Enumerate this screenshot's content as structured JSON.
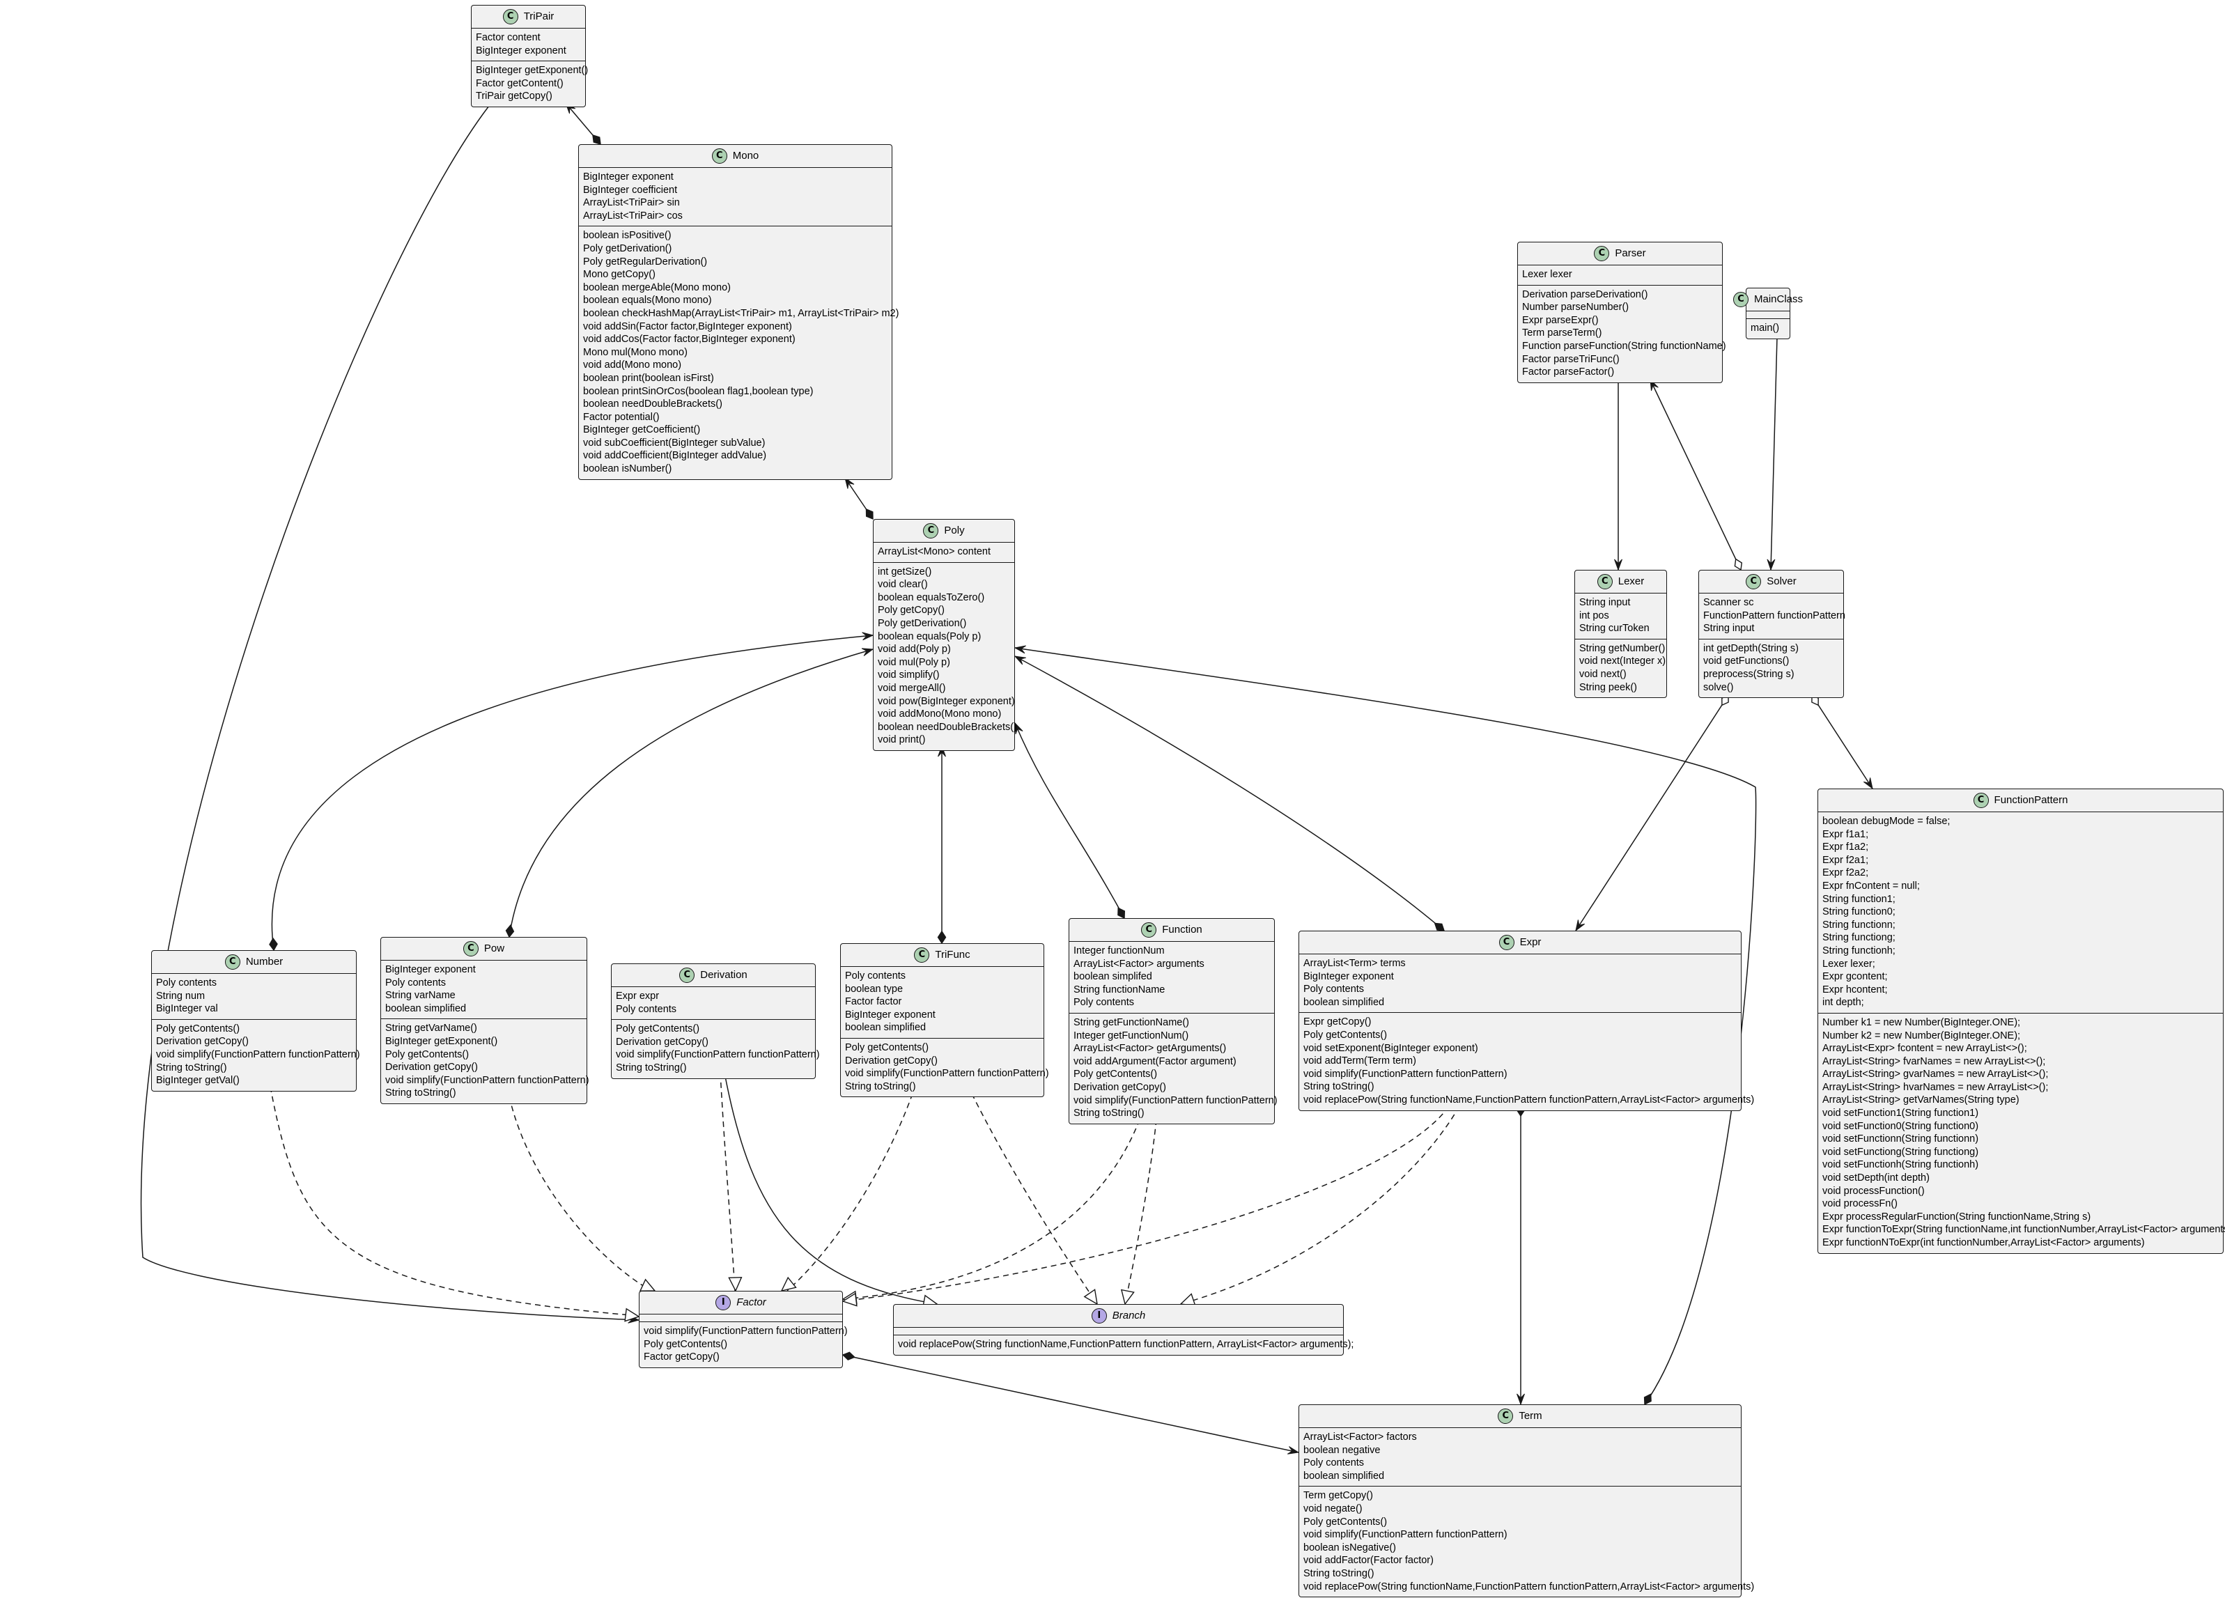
{
  "diagram": {
    "type": "uml-class-diagram",
    "colors": {
      "class_fill": "#f1f1f1",
      "border": "#181818",
      "class_badge": "#add1b2",
      "interface_badge": "#b4a7e5"
    },
    "classes": {
      "tripair": {
        "name": "TriPair",
        "kind": "class",
        "fields": [
          "Factor content",
          "BigInteger exponent"
        ],
        "methods": [
          "BigInteger getExponent()",
          "Factor getContent()",
          "TriPair getCopy()"
        ]
      },
      "mono": {
        "name": "Mono",
        "kind": "class",
        "fields": [
          "BigInteger exponent",
          "BigInteger coefficient",
          "ArrayList<TriPair> sin",
          "ArrayList<TriPair> cos"
        ],
        "methods": [
          "boolean isPositive()",
          "Poly getDerivation()",
          "Poly getRegularDerivation()",
          "Mono getCopy()",
          "boolean mergeAble(Mono mono)",
          "boolean equals(Mono mono)",
          "boolean checkHashMap(ArrayList<TriPair> m1, ArrayList<TriPair> m2)",
          "void addSin(Factor factor,BigInteger exponent)",
          "void addCos(Factor factor,BigInteger exponent)",
          "Mono mul(Mono mono)",
          "void add(Mono mono)",
          "boolean print(boolean isFirst)",
          "boolean printSinOrCos(boolean flag1,boolean type)",
          "boolean needDoubleBrackets()",
          "Factor potential()",
          "BigInteger getCoefficient()",
          "void subCoefficient(BigInteger subValue)",
          "void addCoefficient(BigInteger addValue)",
          "boolean isNumber()"
        ]
      },
      "parser": {
        "name": "Parser",
        "kind": "class",
        "fields": [
          "Lexer lexer"
        ],
        "methods": [
          "Derivation parseDerivation()",
          "Number parseNumber()",
          "Expr parseExpr()",
          "Term parseTerm()",
          "Function parseFunction(String functionName)",
          "Factor parseTriFunc()",
          "Factor parseFactor()"
        ]
      },
      "mainclass": {
        "name": "MainClass",
        "kind": "class",
        "fields": [],
        "methods": [
          "main()"
        ]
      },
      "poly": {
        "name": "Poly",
        "kind": "class",
        "fields": [
          "ArrayList<Mono> content"
        ],
        "methods": [
          "int getSize()",
          "void clear()",
          "boolean equalsToZero()",
          "Poly getCopy()",
          "Poly getDerivation()",
          "boolean equals(Poly p)",
          "void add(Poly p)",
          "void mul(Poly p)",
          "void simplify()",
          "void mergeAll()",
          "void pow(BigInteger exponent)",
          "void addMono(Mono mono)",
          "boolean needDoubleBrackets()",
          "void print()"
        ]
      },
      "lexer": {
        "name": "Lexer",
        "kind": "class",
        "fields": [
          "String input",
          "int pos",
          "String curToken"
        ],
        "methods": [
          "String getNumber()",
          "void next(Integer x)",
          "void next()",
          "String peek()"
        ]
      },
      "solver": {
        "name": "Solver",
        "kind": "class",
        "fields": [
          "Scanner sc",
          "FunctionPattern functionPattern",
          "String input"
        ],
        "methods": [
          "int getDepth(String s)",
          "void getFunctions()",
          "preprocess(String s)",
          "solve()"
        ]
      },
      "functionpattern": {
        "name": "FunctionPattern",
        "kind": "class",
        "fields": [
          "boolean debugMode = false;",
          "Expr f1a1;",
          "Expr f1a2;",
          "Expr f2a1;",
          "Expr f2a2;",
          "Expr fnContent = null;",
          "String function1;",
          "String function0;",
          "String functionn;",
          "String functiong;",
          "String functionh;",
          "Lexer lexer;",
          "Expr gcontent;",
          "Expr hcontent;",
          "int depth;"
        ],
        "methods": [
          "Number k1 = new Number(BigInteger.ONE);",
          "Number k2 = new Number(BigInteger.ONE);",
          "ArrayList<Expr> fcontent = new ArrayList<>();",
          "ArrayList<String> fvarNames = new ArrayList<>();",
          "ArrayList<String> gvarNames = new ArrayList<>();",
          "ArrayList<String> hvarNames = new ArrayList<>();",
          "ArrayList<String> getVarNames(String type)",
          "void setFunction1(String function1)",
          "void setFunction0(String function0)",
          "void setFunctionn(String functionn)",
          "void setFunctiong(String functiong)",
          "void setFunctionh(String functionh)",
          "void setDepth(int depth)",
          "void processFunction()",
          "void processFn()",
          "Expr processRegularFunction(String functionName,String s)",
          "Expr functionToExpr(String functionName,int functionNumber,ArrayList<Factor> arguments)",
          "Expr functionNToExpr(int functionNumber,ArrayList<Factor> arguments)"
        ]
      },
      "number": {
        "name": "Number",
        "kind": "class",
        "fields": [
          "Poly contents",
          "String num",
          "BigInteger val"
        ],
        "methods": [
          "Poly getContents()",
          "Derivation getCopy()",
          "void simplify(FunctionPattern functionPattern)",
          "String toString()",
          "BigInteger getVal()"
        ]
      },
      "pow": {
        "name": "Pow",
        "kind": "class",
        "fields": [
          "BigInteger exponent",
          "Poly contents",
          "String varName",
          "boolean simplified"
        ],
        "methods": [
          "String getVarName()",
          "BigInteger getExponent()",
          "Poly getContents()",
          "Derivation getCopy()",
          "void simplify(FunctionPattern functionPattern)",
          "String toString()"
        ]
      },
      "derivation": {
        "name": "Derivation",
        "kind": "class",
        "fields": [
          "Expr expr",
          "Poly contents"
        ],
        "methods": [
          "Poly getContents()",
          "Derivation getCopy()",
          "void simplify(FunctionPattern functionPattern)",
          "String toString()"
        ]
      },
      "trifunc": {
        "name": "TriFunc",
        "kind": "class",
        "fields": [
          "Poly contents",
          "boolean type",
          "Factor factor",
          "BigInteger exponent",
          "boolean simplified"
        ],
        "methods": [
          "Poly getContents()",
          "Derivation getCopy()",
          "void simplify(FunctionPattern functionPattern)",
          "String toString()"
        ]
      },
      "function": {
        "name": "Function",
        "kind": "class",
        "fields": [
          "Integer functionNum",
          "ArrayList<Factor> arguments",
          "boolean simplifed",
          "String functionName",
          "Poly contents"
        ],
        "methods": [
          "String getFunctionName()",
          "Integer getFunctionNum()",
          "ArrayList<Factor> getArguments()",
          "void addArgument(Factor argument)",
          "Poly getContents()",
          "Derivation getCopy()",
          "void simplify(FunctionPattern functionPattern)",
          "String toString()"
        ]
      },
      "expr": {
        "name": "Expr",
        "kind": "class",
        "fields": [
          "ArrayList<Term> terms",
          "BigInteger exponent",
          "Poly contents",
          "boolean simplified"
        ],
        "methods": [
          "Expr getCopy()",
          "Poly getContents()",
          "void setExponent(BigInteger exponent)",
          "void addTerm(Term term)",
          "void simplify(FunctionPattern functionPattern)",
          "String toString()",
          "void replacePow(String functionName,FunctionPattern functionPattern,ArrayList<Factor> arguments)"
        ]
      },
      "factor": {
        "name": "Factor",
        "kind": "interface",
        "fields": [],
        "methods": [
          "void simplify(FunctionPattern functionPattern)",
          "Poly getContents()",
          "Factor getCopy()"
        ]
      },
      "branch": {
        "name": "Branch",
        "kind": "interface",
        "fields": [],
        "methods": [
          "void replacePow(String functionName,FunctionPattern functionPattern, ArrayList<Factor> arguments);"
        ]
      },
      "term": {
        "name": "Term",
        "kind": "class",
        "fields": [
          "ArrayList<Factor> factors",
          "boolean negative",
          "Poly contents",
          "boolean simplified"
        ],
        "methods": [
          "Term getCopy()",
          "void negate()",
          "Poly getContents()",
          "void simplify(FunctionPattern functionPattern)",
          "boolean isNegative()",
          "void addFactor(Factor factor)",
          "String toString()",
          "void replacePow(String functionName,FunctionPattern functionPattern,ArrayList<Factor> arguments)"
        ]
      }
    },
    "relations": [
      {
        "from": "mono",
        "to": "tripair",
        "type": "composition"
      },
      {
        "from": "poly",
        "to": "mono",
        "type": "composition"
      },
      {
        "from": "tripair",
        "to": "factor",
        "type": "aggregation"
      },
      {
        "from": "parser",
        "to": "lexer",
        "type": "composition"
      },
      {
        "from": "solver",
        "to": "parser",
        "type": "aggregation"
      },
      {
        "from": "mainclass",
        "to": "solver",
        "type": "composition"
      },
      {
        "from": "solver",
        "to": "expr",
        "type": "aggregation"
      },
      {
        "from": "solver",
        "to": "functionpattern",
        "type": "aggregation"
      },
      {
        "from": "number",
        "to": "poly",
        "type": "composition"
      },
      {
        "from": "pow",
        "to": "poly",
        "type": "composition"
      },
      {
        "from": "trifunc",
        "to": "poly",
        "type": "composition"
      },
      {
        "from": "function",
        "to": "poly",
        "type": "composition"
      },
      {
        "from": "expr",
        "to": "poly",
        "type": "composition"
      },
      {
        "from": "term",
        "to": "poly",
        "type": "composition"
      },
      {
        "from": "factor",
        "to": "term",
        "type": "composition"
      },
      {
        "from": "expr",
        "to": "term",
        "type": "composition"
      },
      {
        "from": "number",
        "to": "factor",
        "type": "realization"
      },
      {
        "from": "pow",
        "to": "factor",
        "type": "realization"
      },
      {
        "from": "derivation",
        "to": "factor",
        "type": "realization"
      },
      {
        "from": "trifunc",
        "to": "factor",
        "type": "realization"
      },
      {
        "from": "function",
        "to": "factor",
        "type": "realization"
      },
      {
        "from": "expr",
        "to": "factor",
        "type": "realization"
      },
      {
        "from": "derivation",
        "to": "branch",
        "type": "generalization"
      },
      {
        "from": "trifunc",
        "to": "branch",
        "type": "realization"
      },
      {
        "from": "function",
        "to": "branch",
        "type": "realization"
      },
      {
        "from": "expr",
        "to": "branch",
        "type": "realization"
      }
    ]
  }
}
